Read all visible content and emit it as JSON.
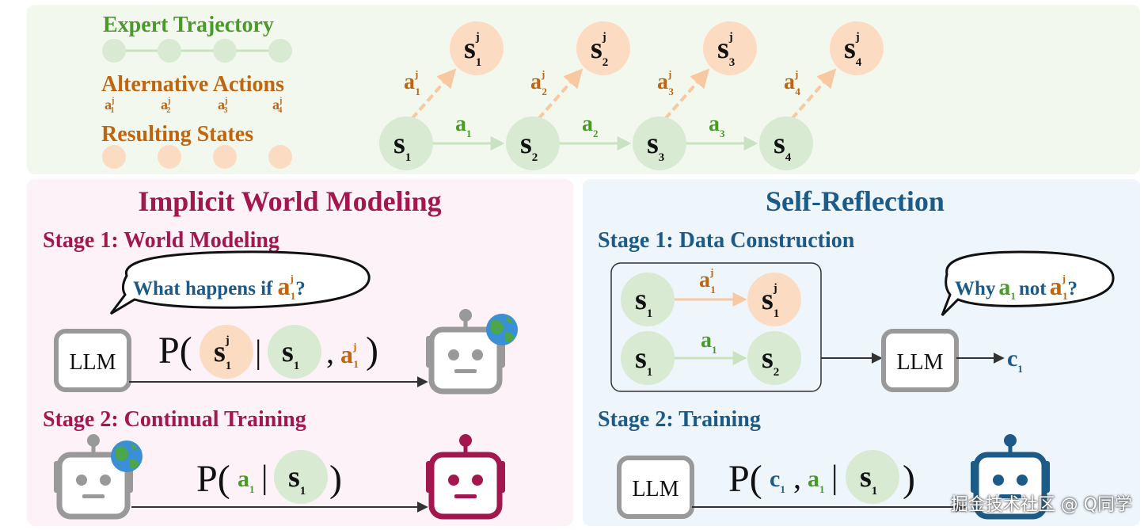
{
  "top": {
    "legend": {
      "expert_trajectory": "Expert Trajectory",
      "alternative_actions": "Alternative Actions",
      "resulting_states": "Resulting States",
      "alt_action_labels": [
        "a",
        "a",
        "a",
        "a"
      ],
      "alt_action_subs": [
        "1",
        "2",
        "3",
        "4"
      ],
      "alt_action_sups": [
        "j",
        "j",
        "j",
        "j"
      ]
    },
    "expert_states": [
      {
        "label": "s",
        "sub": "1"
      },
      {
        "label": "s",
        "sub": "2"
      },
      {
        "label": "s",
        "sub": "3"
      },
      {
        "label": "s",
        "sub": "4"
      }
    ],
    "expert_actions": [
      {
        "label": "a",
        "sub": "1"
      },
      {
        "label": "a",
        "sub": "2"
      },
      {
        "label": "a",
        "sub": "3"
      }
    ],
    "alt_states": [
      {
        "label": "s",
        "sub": "1",
        "sup": "j"
      },
      {
        "label": "s",
        "sub": "2",
        "sup": "j"
      },
      {
        "label": "s",
        "sub": "3",
        "sup": "j"
      },
      {
        "label": "s",
        "sub": "4",
        "sup": "j"
      }
    ],
    "alt_actions": [
      {
        "label": "a",
        "sub": "1",
        "sup": "j"
      },
      {
        "label": "a",
        "sub": "2",
        "sup": "j"
      },
      {
        "label": "a",
        "sub": "3",
        "sup": "j"
      },
      {
        "label": "a",
        "sub": "4",
        "sup": "j"
      }
    ]
  },
  "iwm": {
    "title": "Implicit World Modeling",
    "stage1": "Stage 1: World Modeling",
    "stage2": "Stage 2: Continual Training",
    "bubble_text": "What happens if",
    "bubble_q": "?",
    "llm": "LLM",
    "p": "P(",
    "bar": "|",
    "comma": ",",
    "close": ")"
  },
  "sr": {
    "title": "Self-Reflection",
    "stage1": "Stage 1: Data Construction",
    "stage2": "Stage 2: Training",
    "bubble_why": "Why",
    "bubble_not": "not",
    "bubble_q": "?",
    "llm": "LLM",
    "output": "c",
    "output_sub": "1",
    "p": "P(",
    "bar": "|",
    "comma": ",",
    "close": ")"
  },
  "watermark": "掘金技术社区 @ Q同学",
  "colors": {
    "green": "#4a9a2a",
    "green_fill": "#d8ead2",
    "orange": "#c0650e",
    "orange_fill": "#fbdcc2",
    "crimson": "#a3174f",
    "blue": "#1c5a87",
    "top_bg": "#f3f8ee",
    "iwm_bg": "#fcf2f7",
    "sr_bg": "#eef5fb"
  }
}
